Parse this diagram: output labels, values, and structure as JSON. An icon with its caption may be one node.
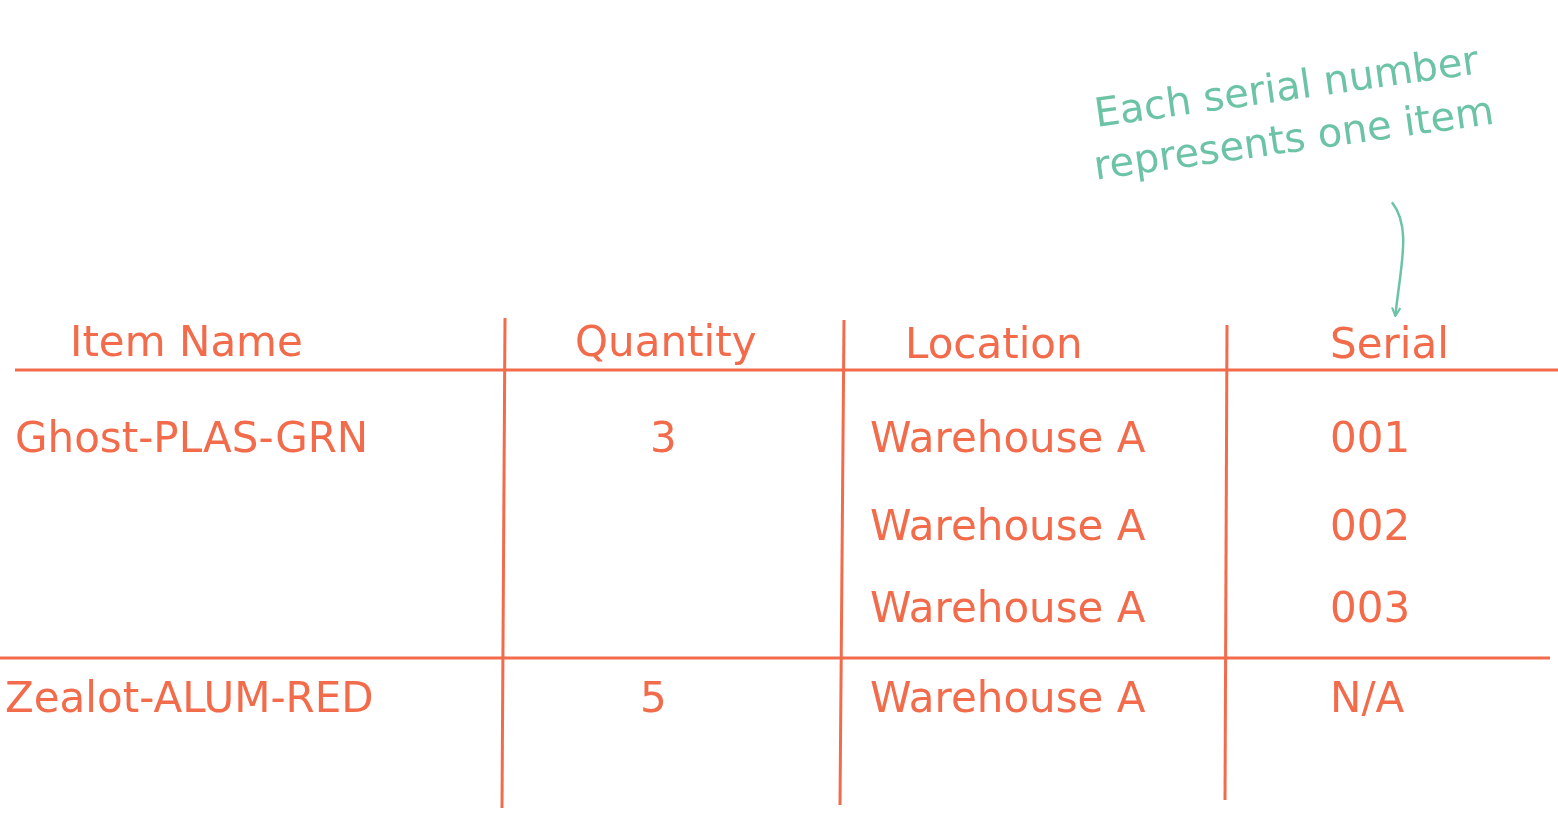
{
  "diagram": {
    "nodes": [
      {
        "text": [
          "Each serial number represents one item"
        ]
      },
      {
        "text": [
          "Serial"
        ]
      }
    ],
    "edges": [
      {
        "from": 0,
        "to": 1,
        "arrow": "to"
      }
    ],
    "labels": [
      "Item Name",
      "Quantity",
      "Location",
      "Ghost-PLAS-GRN",
      "3",
      "Warehouse A",
      "001",
      "Warehouse A",
      "002",
      "Warehouse A",
      "003",
      "Zealot-ALUM-RED",
      "5",
      "Warehouse A",
      "N/A"
    ]
  }
}
